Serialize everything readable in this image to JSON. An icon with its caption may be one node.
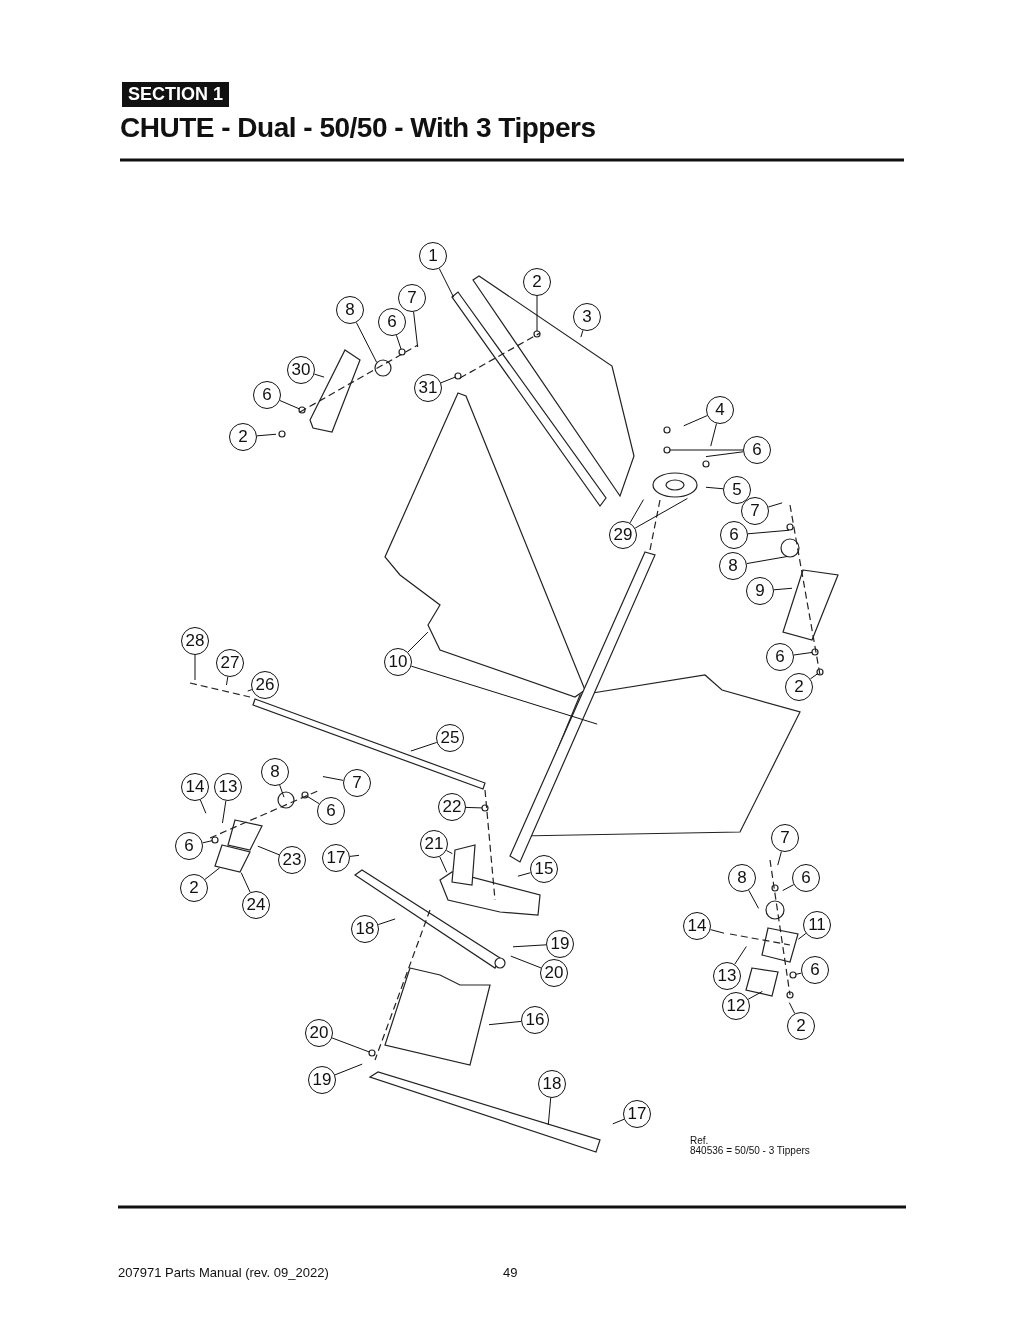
{
  "diagram": {
    "title": "CHUTE - Dual - 50/50 - With 3 Tippers",
    "nodes": [
      {
        "text": [
          "1"
        ]
      },
      {
        "text": [
          "2"
        ]
      },
      {
        "text": [
          "3"
        ]
      },
      {
        "text": [
          "8"
        ]
      },
      {
        "text": [
          "7"
        ]
      },
      {
        "text": [
          "6"
        ]
      },
      {
        "text": [
          "30"
        ]
      },
      {
        "text": [
          "31"
        ]
      },
      {
        "text": [
          "6"
        ]
      },
      {
        "text": [
          "2"
        ]
      },
      {
        "text": [
          "4"
        ]
      },
      {
        "text": [
          "6"
        ]
      },
      {
        "text": [
          "5"
        ]
      },
      {
        "text": [
          "29"
        ]
      },
      {
        "text": [
          "7"
        ]
      },
      {
        "text": [
          "6"
        ]
      },
      {
        "text": [
          "8"
        ]
      },
      {
        "text": [
          "9"
        ]
      },
      {
        "text": [
          "28"
        ]
      },
      {
        "text": [
          "27"
        ]
      },
      {
        "text": [
          "10"
        ]
      },
      {
        "text": [
          "26"
        ]
      },
      {
        "text": [
          "6"
        ]
      },
      {
        "text": [
          "2"
        ]
      },
      {
        "text": [
          "25"
        ]
      },
      {
        "text": [
          "8"
        ]
      },
      {
        "text": [
          "7"
        ]
      },
      {
        "text": [
          "14"
        ]
      },
      {
        "text": [
          "13"
        ]
      },
      {
        "text": [
          "6"
        ]
      },
      {
        "text": [
          "22"
        ]
      },
      {
        "text": [
          "6"
        ]
      },
      {
        "text": [
          "21"
        ]
      },
      {
        "text": [
          "17"
        ]
      },
      {
        "text": [
          "23"
        ]
      },
      {
        "text": [
          "15"
        ]
      },
      {
        "text": [
          "7"
        ]
      },
      {
        "text": [
          "2"
        ]
      },
      {
        "text": [
          "8"
        ]
      },
      {
        "text": [
          "6"
        ]
      },
      {
        "text": [
          "24"
        ]
      },
      {
        "text": [
          "14"
        ]
      },
      {
        "text": [
          "11"
        ]
      },
      {
        "text": [
          "18"
        ]
      },
      {
        "text": [
          "19"
        ]
      },
      {
        "text": [
          "20"
        ]
      },
      {
        "text": [
          "13"
        ]
      },
      {
        "text": [
          "6"
        ]
      },
      {
        "text": [
          "12"
        ]
      },
      {
        "text": [
          "2"
        ]
      },
      {
        "text": [
          "16"
        ]
      },
      {
        "text": [
          "20"
        ]
      },
      {
        "text": [
          "19"
        ]
      },
      {
        "text": [
          "18"
        ]
      },
      {
        "text": [
          "17"
        ]
      }
    ],
    "edges": [
      {
        "from": 0,
        "to": null,
        "arrow": "none"
      },
      {
        "from": 1,
        "to": null,
        "arrow": "none"
      },
      {
        "from": 2,
        "to": null,
        "arrow": "none"
      },
      {
        "from": 3,
        "to": null,
        "arrow": "none"
      },
      {
        "from": 4,
        "to": null,
        "arrow": "none"
      },
      {
        "from": 5,
        "to": null,
        "arrow": "none"
      },
      {
        "from": 6,
        "to": null,
        "arrow": "none"
      },
      {
        "from": 7,
        "to": null,
        "arrow": "none"
      },
      {
        "from": 8,
        "to": null,
        "arrow": "none"
      },
      {
        "from": 9,
        "to": null,
        "arrow": "none"
      },
      {
        "from": 10,
        "to": null,
        "arrow": "none"
      },
      {
        "from": 10,
        "to": null,
        "arrow": "none"
      },
      {
        "from": 11,
        "to": null,
        "arrow": "none"
      },
      {
        "from": 11,
        "to": null,
        "arrow": "none"
      },
      {
        "from": 12,
        "to": null,
        "arrow": "none"
      },
      {
        "from": 13,
        "to": null,
        "arrow": "none"
      },
      {
        "from": 13,
        "to": null,
        "arrow": "none"
      },
      {
        "from": 14,
        "to": null,
        "arrow": "none"
      },
      {
        "from": 15,
        "to": null,
        "arrow": "none"
      },
      {
        "from": 16,
        "to": null,
        "arrow": "none"
      },
      {
        "from": 17,
        "to": null,
        "arrow": "none"
      },
      {
        "from": 18,
        "to": null,
        "arrow": "none"
      },
      {
        "from": 19,
        "to": null,
        "arrow": "none"
      },
      {
        "from": 20,
        "to": null,
        "arrow": "none"
      },
      {
        "from": 20,
        "to": null,
        "arrow": "none"
      },
      {
        "from": 21,
        "to": null,
        "arrow": "none"
      },
      {
        "from": 22,
        "to": null,
        "arrow": "none"
      },
      {
        "from": 23,
        "to": null,
        "arrow": "none"
      },
      {
        "from": 24,
        "to": null,
        "arrow": "none"
      },
      {
        "from": 25,
        "to": null,
        "arrow": "none"
      },
      {
        "from": 26,
        "to": null,
        "arrow": "none"
      },
      {
        "from": 27,
        "to": null,
        "arrow": "none"
      },
      {
        "from": 28,
        "to": null,
        "arrow": "none"
      },
      {
        "from": 29,
        "to": null,
        "arrow": "none"
      },
      {
        "from": 30,
        "to": null,
        "arrow": "none"
      },
      {
        "from": 31,
        "to": null,
        "arrow": "none"
      },
      {
        "from": 32,
        "to": null,
        "arrow": "none"
      },
      {
        "from": 32,
        "to": null,
        "arrow": "none"
      },
      {
        "from": 33,
        "to": null,
        "arrow": "none"
      },
      {
        "from": 34,
        "to": null,
        "arrow": "none"
      },
      {
        "from": 35,
        "to": null,
        "arrow": "none"
      },
      {
        "from": 36,
        "to": null,
        "arrow": "none"
      },
      {
        "from": 37,
        "to": null,
        "arrow": "none"
      },
      {
        "from": 38,
        "to": null,
        "arrow": "none"
      },
      {
        "from": 39,
        "to": null,
        "arrow": "none"
      },
      {
        "from": 40,
        "to": null,
        "arrow": "none"
      },
      {
        "from": 41,
        "to": null,
        "arrow": "none"
      },
      {
        "from": 42,
        "to": null,
        "arrow": "none"
      },
      {
        "from": 43,
        "to": null,
        "arrow": "none"
      },
      {
        "from": 44,
        "to": null,
        "arrow": "none"
      },
      {
        "from": 45,
        "to": null,
        "arrow": "none"
      },
      {
        "from": 46,
        "to": null,
        "arrow": "none"
      },
      {
        "from": 47,
        "to": null,
        "arrow": "none"
      },
      {
        "from": 48,
        "to": null,
        "arrow": "none"
      },
      {
        "from": 49,
        "to": null,
        "arrow": "none"
      },
      {
        "from": 50,
        "to": null,
        "arrow": "none"
      },
      {
        "from": 51,
        "to": null,
        "arrow": "none"
      },
      {
        "from": 52,
        "to": null,
        "arrow": "none"
      },
      {
        "from": 53,
        "to": null,
        "arrow": "none"
      },
      {
        "from": 54,
        "to": null,
        "arrow": "none"
      }
    ],
    "labels": [
      "SECTION 1",
      "Ref.",
      "840536 = 50/50 - 3 Tippers",
      "207971 Parts Manual (rev. 09_2022)",
      "49"
    ]
  }
}
